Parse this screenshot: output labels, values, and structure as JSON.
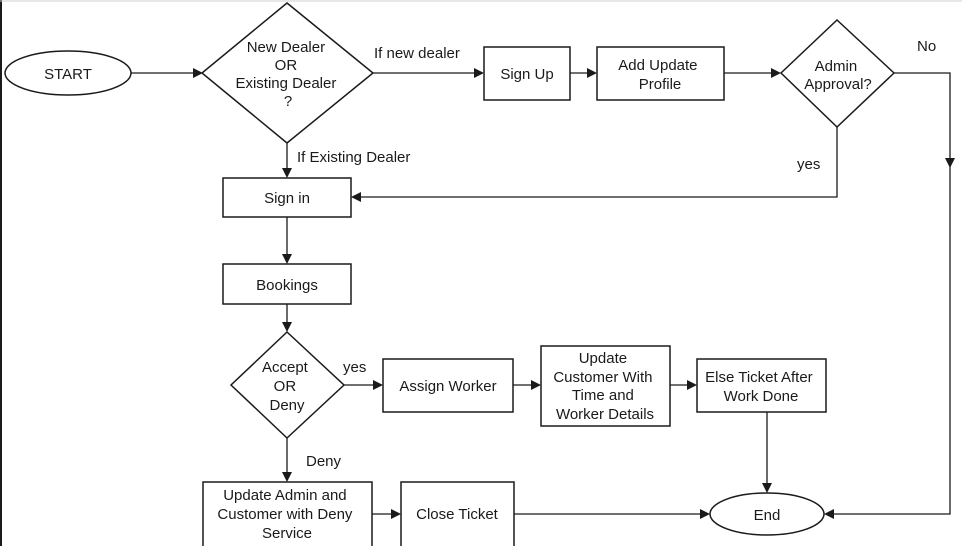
{
  "nodes": {
    "start": [
      "START"
    ],
    "dealer_decision": [
      "New Dealer",
      "OR",
      "Existing Dealer",
      "?"
    ],
    "sign_up": [
      "Sign Up"
    ],
    "add_update_profile": [
      "Add Update",
      "Profile"
    ],
    "admin_approval": [
      "Admin",
      "Approval?"
    ],
    "sign_in": [
      "Sign in"
    ],
    "bookings": [
      "Bookings"
    ],
    "accept_deny": [
      "Accept",
      "OR",
      "Deny"
    ],
    "assign_worker": [
      "Assign Worker"
    ],
    "update_customer": [
      "Update",
      "Customer With",
      "Time and",
      "Worker Details"
    ],
    "else_ticket": [
      "Else Ticket After",
      "Work Done"
    ],
    "update_admin_customer": [
      "Update Admin and",
      "Customer with Deny",
      "Service"
    ],
    "close_ticket": [
      "Close Ticket"
    ],
    "end": [
      "End"
    ]
  },
  "edge_labels": {
    "if_new_dealer": "If new dealer",
    "if_existing_dealer": "If Existing Dealer",
    "approval_no": "No",
    "approval_yes": "yes",
    "accept_yes": "yes",
    "deny": "Deny"
  }
}
